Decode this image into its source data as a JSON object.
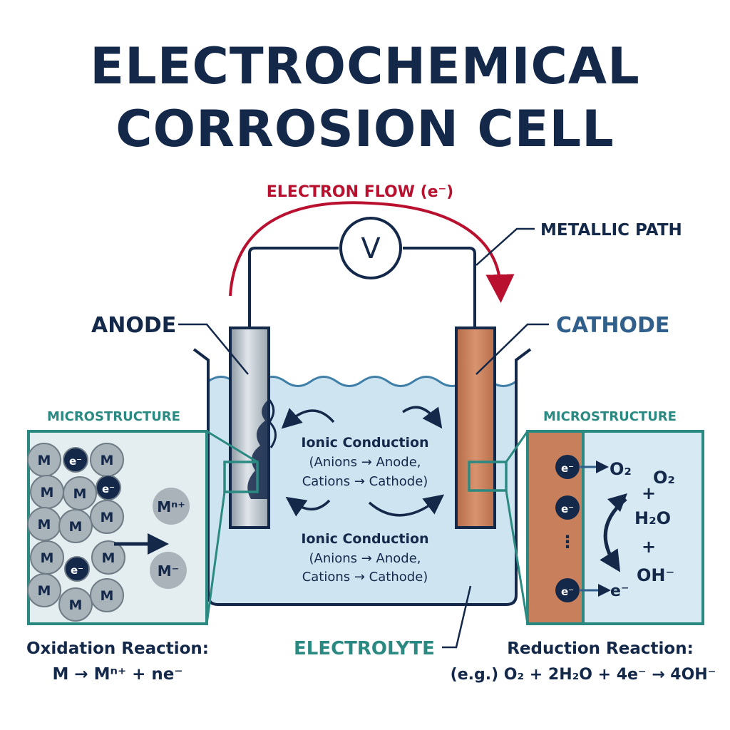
{
  "title": {
    "line1": "ELECTROCHEMICAL",
    "line2": "CORROSION CELL"
  },
  "labels": {
    "electron_flow": "ELECTRON FLOW (e⁻)",
    "voltmeter": "V",
    "metallic_path": "METALLIC PATH",
    "anode": "ANODE",
    "cathode": "CATHODE",
    "electrolyte": "ELECTROLYTE",
    "microstructure_left": "MICROSTRUCTURE",
    "microstructure_right": "MICROSTRUCTURE"
  },
  "ionic_conduction": [
    {
      "title": "Ionic Conduction",
      "line1": "(Anions → Anode,",
      "line2": "Cations → Cathode)"
    },
    {
      "title": "Ionic Conduction",
      "line1": "(Anions → Anode,",
      "line2": "Cations → Cathode)"
    }
  ],
  "anode_micro": {
    "metal_atom": "M",
    "electron": "e⁻",
    "cation": "Mⁿ⁺",
    "anion": "M⁻"
  },
  "cathode_micro": {
    "electron": "e⁻",
    "o2_a": "O₂",
    "o2_b": "O₂",
    "plus1": "+",
    "h2o": "H₂O",
    "plus2": "+",
    "oh": "OH⁻",
    "electron_out": "e⁻",
    "dots": "⋮"
  },
  "oxidation": {
    "title": "Oxidation Reaction:",
    "equation": "M → Mⁿ⁺ + ne⁻"
  },
  "reduction": {
    "title": "Reduction Reaction:",
    "equation": "(e.g.) O₂ + 2H₂O + 4e⁻ → 4OH⁻"
  },
  "colors": {
    "navy": "#14284a",
    "teal": "#2a8a82",
    "crimson": "#b8102e",
    "electrolyte": "#cfe4f1",
    "copper": "#c8805c",
    "anode_metal": "#b9c3cb"
  }
}
